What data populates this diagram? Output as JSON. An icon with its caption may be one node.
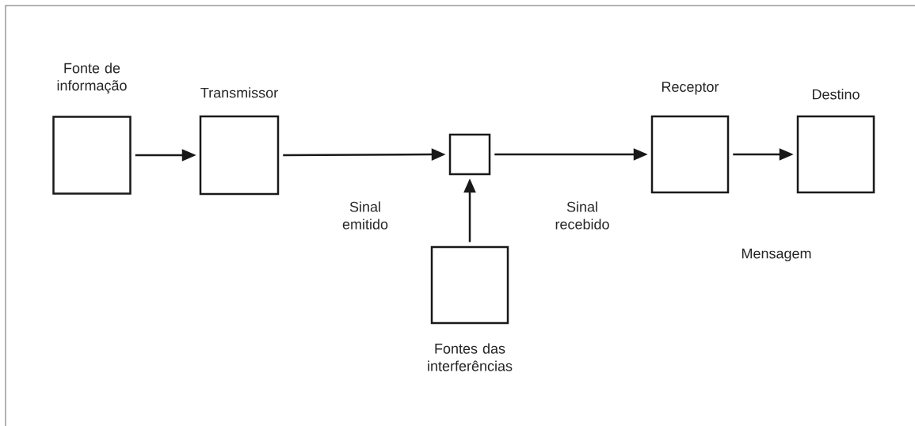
{
  "diagram": {
    "nodes": [
      {
        "text": [
          "Fonte de informação"
        ]
      },
      {
        "text": [
          "Transmissor"
        ]
      },
      {
        "text": [],
        "shape": "box"
      },
      {
        "text": [
          "Receptor"
        ]
      },
      {
        "text": [
          "Destino"
        ]
      },
      {
        "text": [
          "Fontes das interferências"
        ]
      }
    ],
    "edges": [
      {
        "from": 0,
        "to": 1,
        "arrow": "to"
      },
      {
        "from": 1,
        "to": 2,
        "arrow": "to",
        "label": "Sinal emitido"
      },
      {
        "from": 2,
        "to": 3,
        "arrow": "to",
        "label": "Sinal recebido"
      },
      {
        "from": 3,
        "to": 4,
        "arrow": "to"
      },
      {
        "from": 5,
        "to": 2,
        "arrow": "to"
      }
    ],
    "labels": [
      "Mensagem"
    ]
  }
}
